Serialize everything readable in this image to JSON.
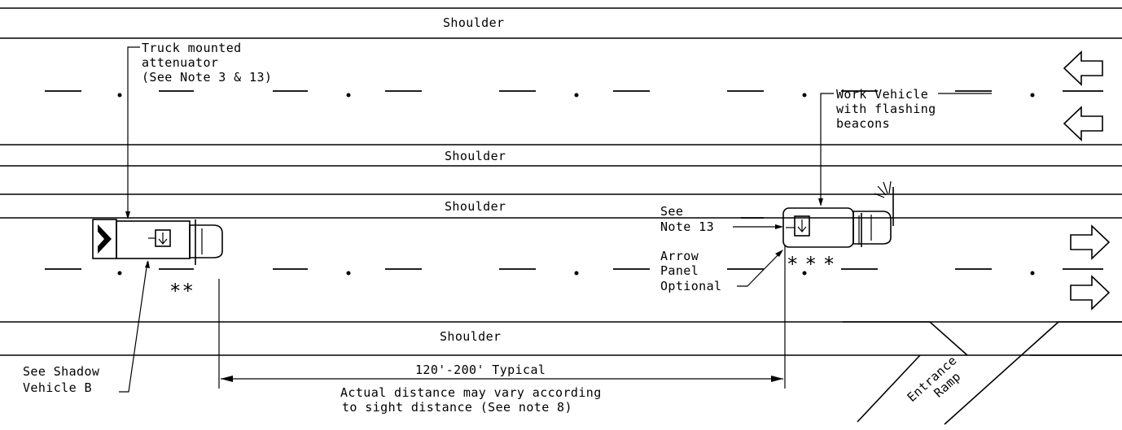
{
  "labels": {
    "shoulder_top": "Shoulder",
    "shoulder_median_upper": "Shoulder",
    "shoulder_median_lower": "Shoulder",
    "shoulder_bottom": "Shoulder",
    "tma_line1": "Truck mounted",
    "tma_line2": "attenuator",
    "tma_line3": "(See Note 3 & 13)",
    "work_vehicle_line1": "Work Vehicle",
    "work_vehicle_line2": "with flashing",
    "work_vehicle_line3": "beacons",
    "see_note_13_line1": "See",
    "see_note_13_line2": "Note 13",
    "arrow_panel_line1": "Arrow",
    "arrow_panel_line2": "Panel",
    "arrow_panel_line3": "Optional",
    "shadow_vehicle_line1": "See Shadow",
    "shadow_vehicle_line2": "Vehicle B",
    "dimension_typical": "120'-200' Typical",
    "dimension_note_line1": "Actual distance may vary according",
    "dimension_note_line2": "to sight distance (See note 8)",
    "ramp_line1": "Entrance",
    "ramp_line2": "Ramp",
    "asterisks_shadow": "**",
    "asterisks_work": "***"
  },
  "colors": {
    "ink": "#000000",
    "background": "#ffffff"
  }
}
